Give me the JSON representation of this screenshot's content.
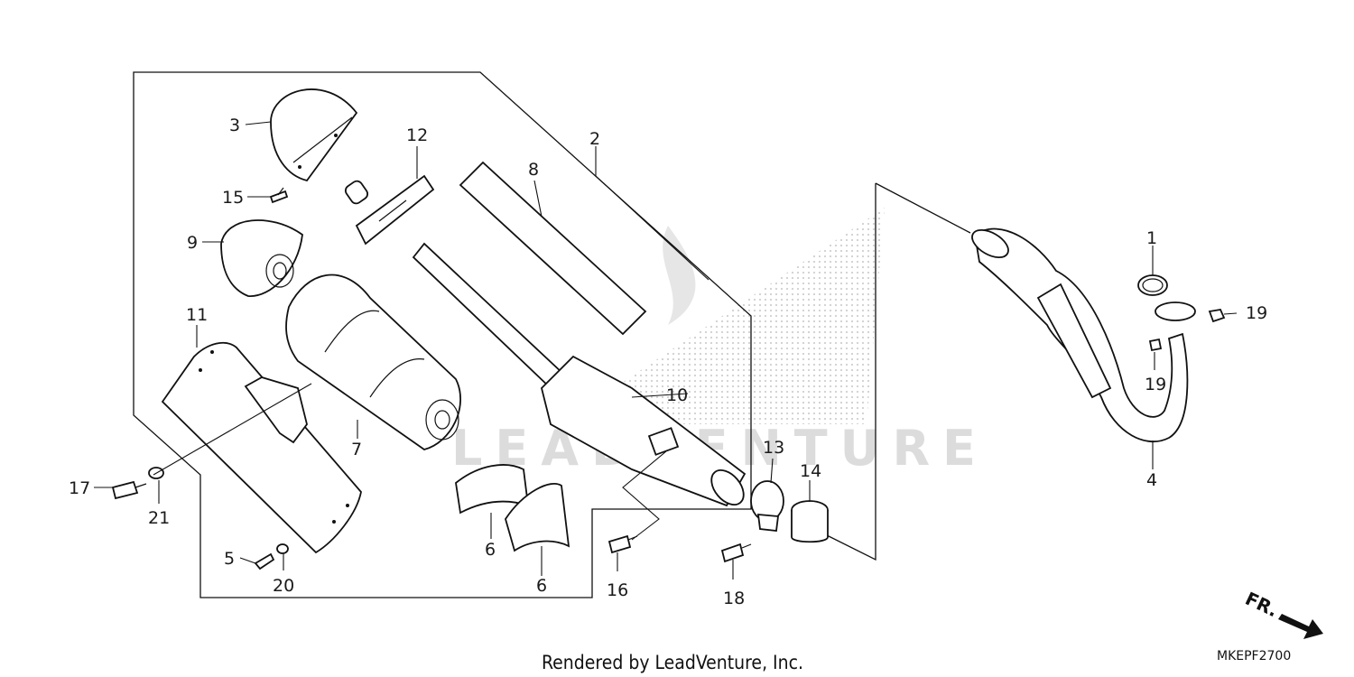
{
  "diagram": {
    "watermark": "LEADVENTURE",
    "footer": "Rendered by LeadVenture, Inc.",
    "diagram_code": "MKEPF2700",
    "direction_label": "FR.",
    "callouts": [
      {
        "id": "c1",
        "label": "1"
      },
      {
        "id": "c2",
        "label": "2"
      },
      {
        "id": "c3",
        "label": "3"
      },
      {
        "id": "c4",
        "label": "4"
      },
      {
        "id": "c5",
        "label": "5"
      },
      {
        "id": "c6a",
        "label": "6"
      },
      {
        "id": "c6b",
        "label": "6"
      },
      {
        "id": "c7",
        "label": "7"
      },
      {
        "id": "c8",
        "label": "8"
      },
      {
        "id": "c9",
        "label": "9"
      },
      {
        "id": "c10",
        "label": "10"
      },
      {
        "id": "c11",
        "label": "11"
      },
      {
        "id": "c12",
        "label": "12"
      },
      {
        "id": "c13",
        "label": "13"
      },
      {
        "id": "c14",
        "label": "14"
      },
      {
        "id": "c15",
        "label": "15"
      },
      {
        "id": "c16",
        "label": "16"
      },
      {
        "id": "c17",
        "label": "17"
      },
      {
        "id": "c18",
        "label": "18"
      },
      {
        "id": "c19a",
        "label": "19"
      },
      {
        "id": "c19b",
        "label": "19"
      },
      {
        "id": "c20",
        "label": "20"
      },
      {
        "id": "c21",
        "label": "21"
      }
    ]
  }
}
